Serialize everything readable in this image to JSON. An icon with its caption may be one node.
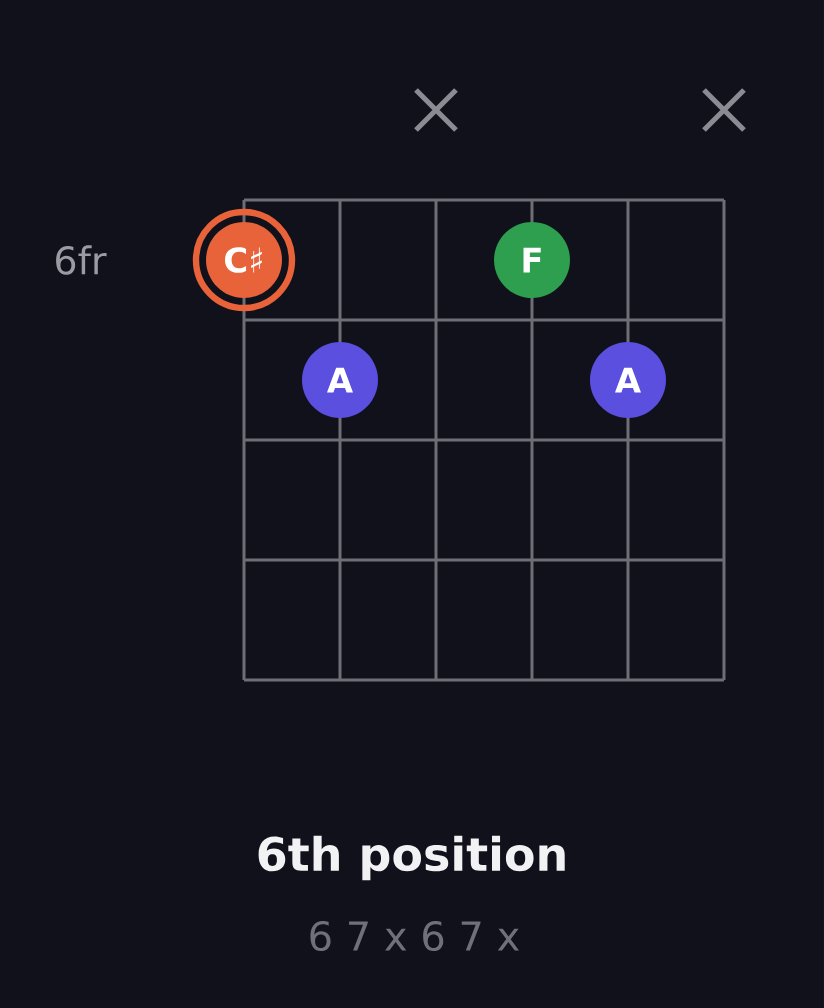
{
  "diagram": {
    "title": "6th position",
    "caption": "6 7 x 6 7 x",
    "nodes": [
      {
        "text": [
          "C♯"
        ]
      },
      {
        "text": [
          "F"
        ]
      },
      {
        "text": [
          "A"
        ]
      },
      {
        "text": [
          "A"
        ]
      }
    ],
    "labels": [
      "6fr"
    ]
  }
}
